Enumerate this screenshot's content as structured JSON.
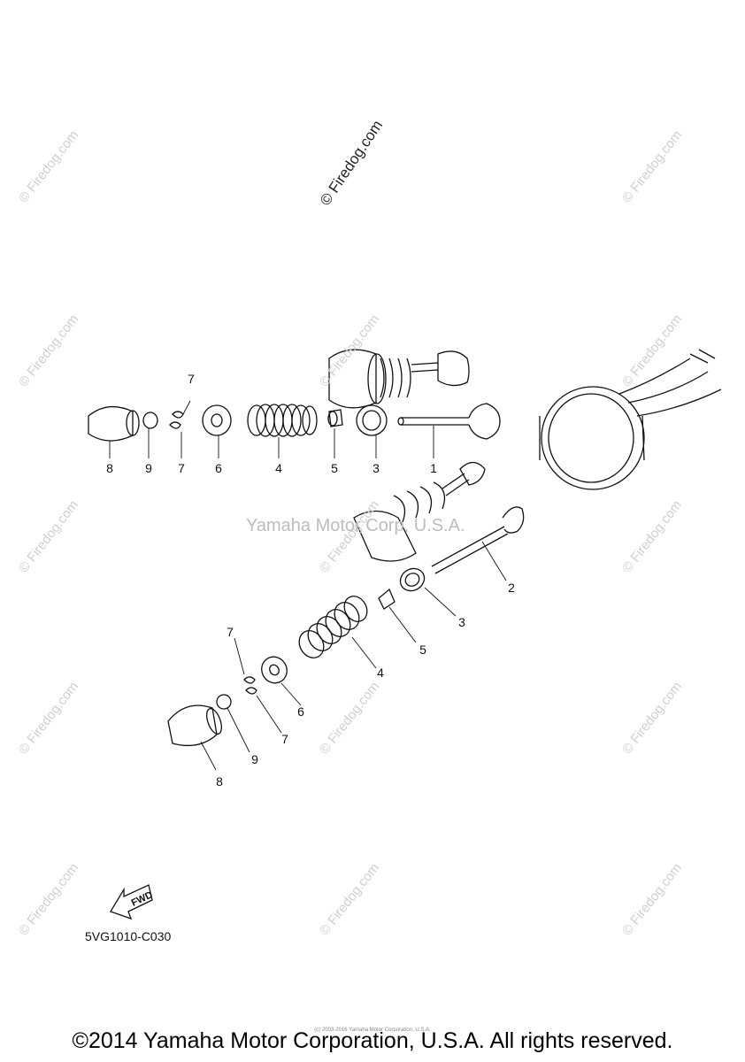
{
  "watermark_main": "© Firedog.com",
  "watermark_tile": "© Firedog.com",
  "center_watermark": "Yamaha Motor Corp, U.S.A.",
  "diagram_code": "5VG1010-C030",
  "fwd_label": "FWD",
  "copyright": "©2014 Yamaha Motor Corporation, U.S.A. All rights reserved.",
  "fine_print": "(c) 2003-2016 Yamaha Motor Corporation, U.S.A.",
  "callouts": {
    "top_row": [
      "8",
      "9",
      "7",
      "7",
      "6",
      "4",
      "5",
      "3",
      "1"
    ],
    "lower_set": [
      "2",
      "3",
      "5",
      "4",
      "6",
      "7",
      "7",
      "9",
      "8"
    ]
  }
}
